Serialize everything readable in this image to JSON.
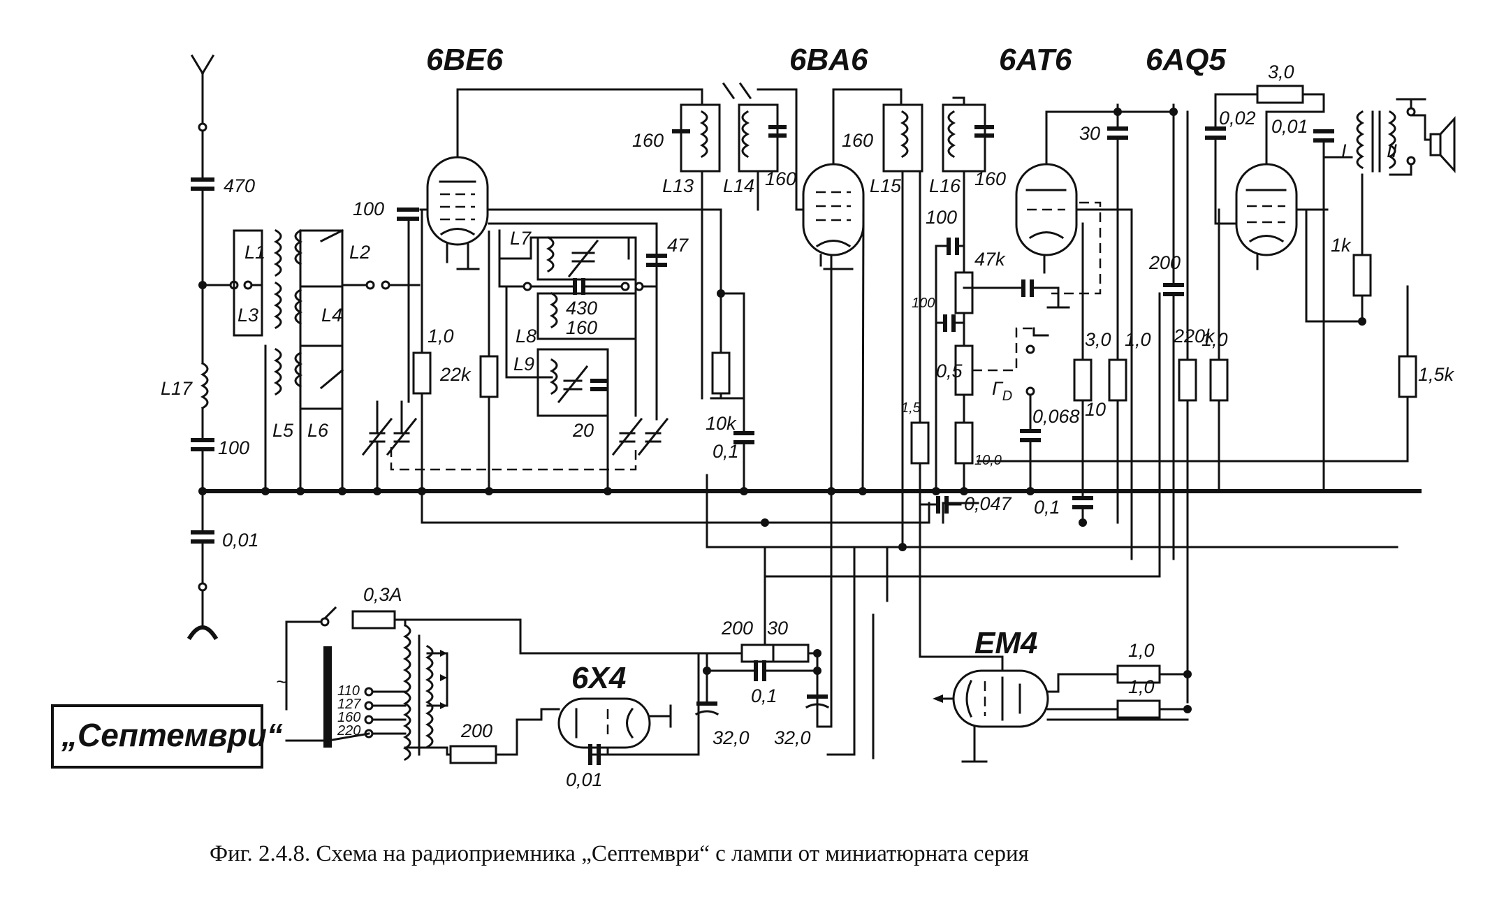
{
  "tubes": {
    "converter": "6BE6",
    "if_amp": "6BA6",
    "detector": "6AT6",
    "output": "6AQ5",
    "rectifier": "6X4",
    "indicator": "EM4"
  },
  "brand_label": "„Септемврu“",
  "caption": "Фиг.  2.4.8. Схема на  радиоприемника  „Септември“  с лампи от миниатюрната серия",
  "coils": {
    "L1": "L1",
    "L2": "L2",
    "L3": "L3",
    "L4": "L4",
    "L5": "L5",
    "L6": "L6",
    "L7": "L7",
    "L8": "L8",
    "L9": "L9",
    "L13": "L13",
    "L14": "L14",
    "L15": "L15",
    "L16": "L16",
    "L17": "L17"
  },
  "values": {
    "c_antenna": "470",
    "c_ant2": "100",
    "c_ant3": "0,01",
    "c_grid_6be6": "100",
    "c_osc": "47",
    "c_pad1": "430",
    "c_pad2": "160",
    "c_trim": "20",
    "r_grid_6be6": "1,0",
    "r_22k": "22k",
    "c_if1a": "160",
    "c_if1b": "160",
    "c_if2a": "160",
    "c_if2b": "160",
    "r_10k": "10k",
    "c_01_a": "0,1",
    "c_det_100": "100",
    "r_47k": "47k",
    "c_det_100b": "100",
    "pot_05": "0,5",
    "r_10M": "10,0",
    "r_15M": "1,5",
    "c_0068": "0,068",
    "gd_label": "Г",
    "gd_sub": "D",
    "c_30": "30",
    "r_30": "3,0",
    "r_10a": "1,0",
    "r_10b": "10",
    "c_200": "200",
    "r_220k": "220k",
    "r_10c": "1,0",
    "c_002": "0,02",
    "r_30M": "3,0",
    "c_001b": "0,01",
    "r_1k": "1k",
    "r_15k": "1,5k",
    "tr_I": "I",
    "tr_II": "II",
    "c_0047": "0,047",
    "c_01_b": "0,1",
    "fuse": "0,3A",
    "v110": "110",
    "v127": "127",
    "v160": "160",
    "v220": "220",
    "r_200_ps": "200",
    "r_30_ps": "30",
    "c_01_ps": "0,1",
    "c_32a": "32,0",
    "c_32b": "32,0",
    "r_200_b": "200",
    "c_001_rect": "0,01",
    "r_em_a": "1,0",
    "r_em_b": "1,0",
    "ac": "~"
  }
}
